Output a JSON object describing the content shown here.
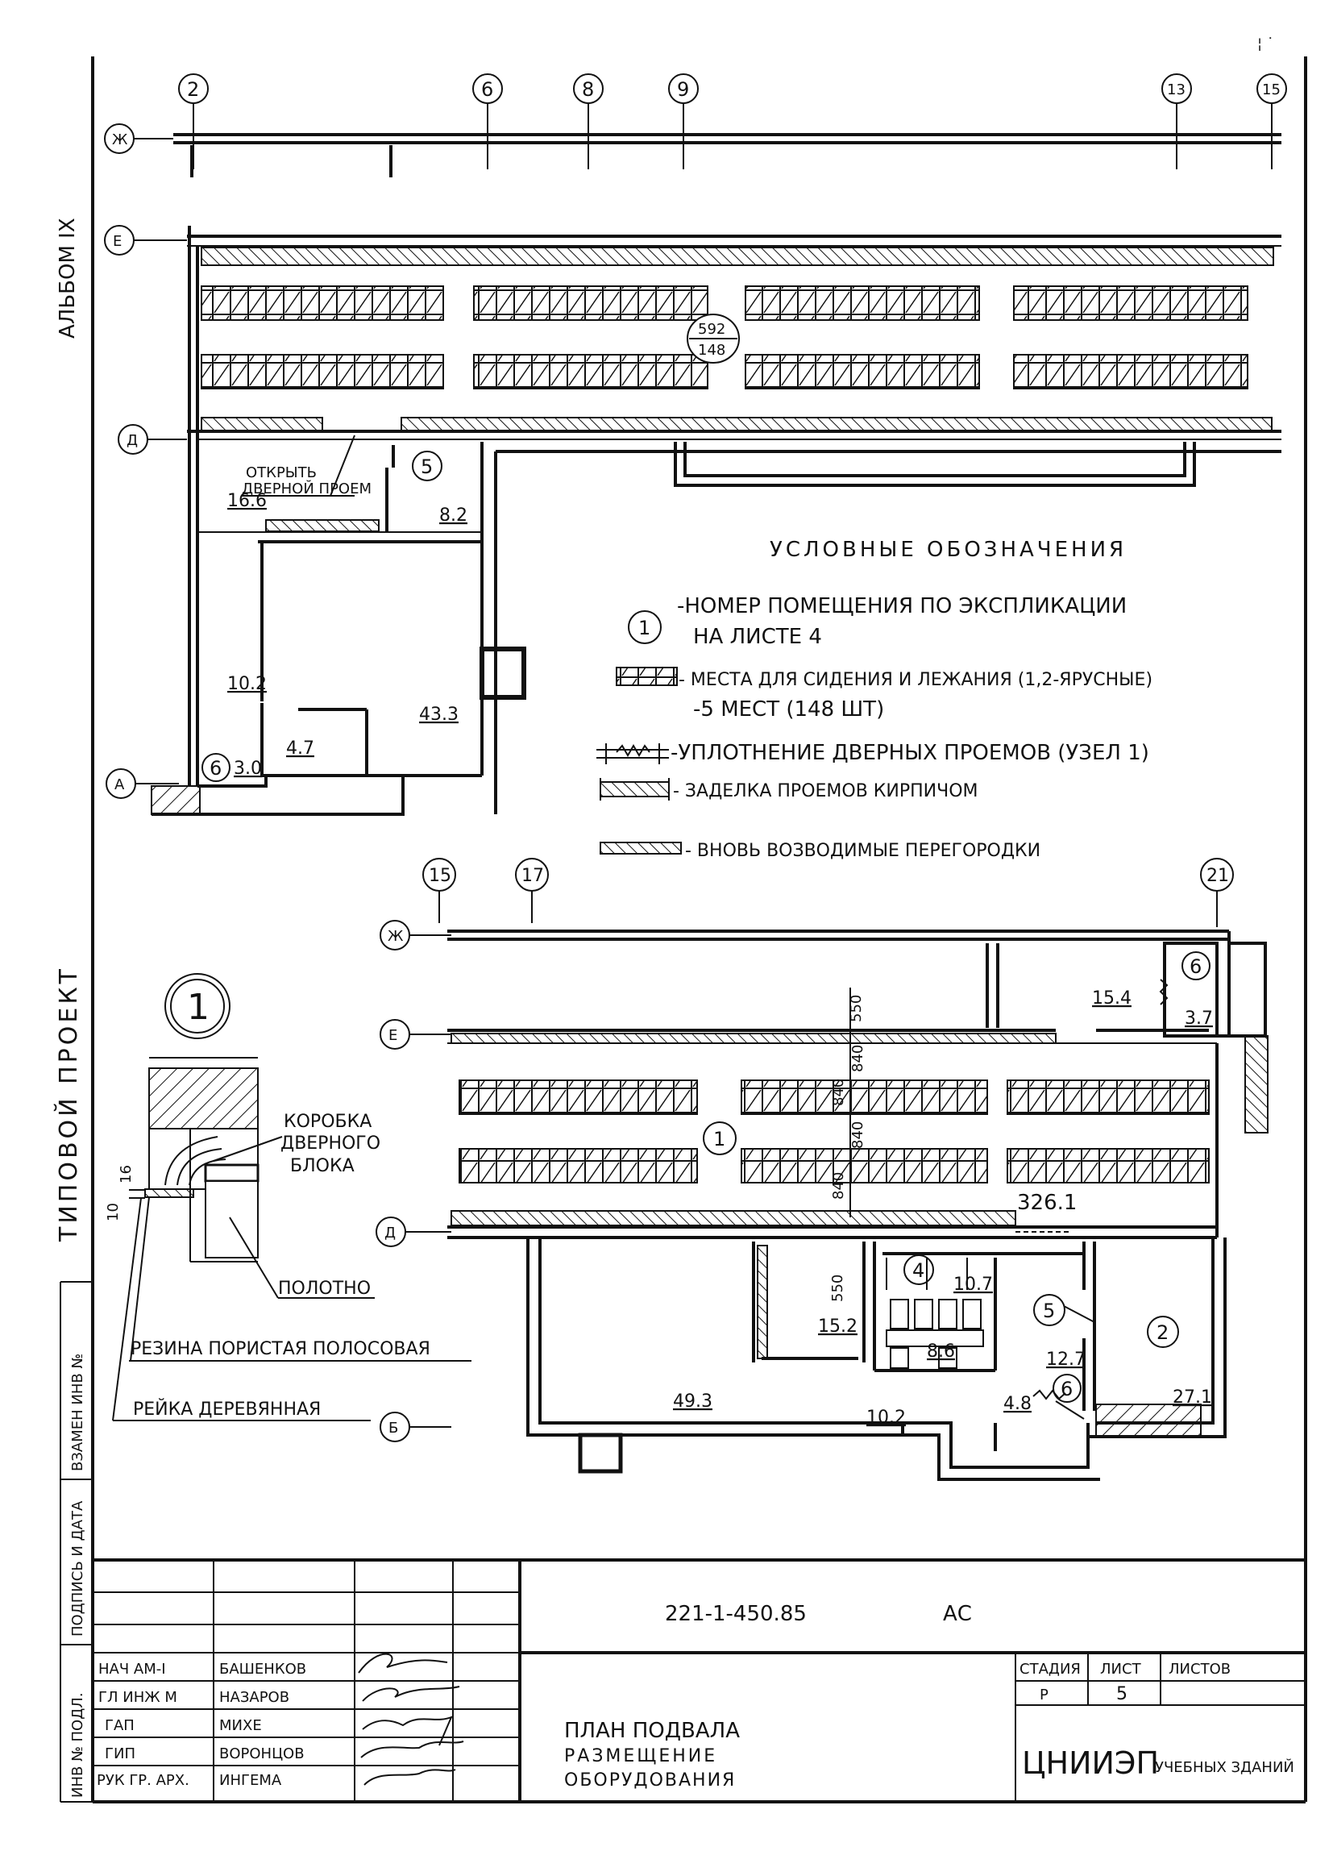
{
  "side_labels": {
    "album": "АЛЬБОМ IX",
    "project": "ТИПОВОЙ ПРОЕКТ",
    "margin_1": "ИНВ № ПОДЛ.",
    "margin_2": "ПОДПИСЬ И ДАТА",
    "margin_3": "ВЗАМЕН ИНВ №"
  },
  "top_plan": {
    "axes_v": [
      "2",
      "6",
      "8",
      "9",
      "13",
      "15"
    ],
    "axes_h": [
      "Ж",
      "Е",
      "Д",
      "А"
    ],
    "seat_count_top": "592",
    "seat_count_bottom": "148",
    "note_line1": "ОТКРЫТЬ",
    "note_line2": "ДВЕРНОЙ ПРОЕМ",
    "areas": [
      "16.6",
      "8.2",
      "43.3",
      "10.2",
      "3.0",
      "4.7"
    ],
    "rooms": [
      "5",
      "6"
    ]
  },
  "legend": {
    "title": "УСЛОВНЫЕ ОБОЗНАЧЕНИЯ",
    "room_bubble": "1",
    "room_line1": "-НОМЕР ПОМЕЩЕНИЯ ПО ЭКСПЛИКАЦИИ",
    "room_line2": "НА ЛИСТЕ 4",
    "seats_line1": "- МЕСТА ДЛЯ СИДЕНИЯ И ЛЕЖАНИЯ (1,2-ЯРУСНЫЕ)",
    "seats_line2": "-5 МЕСТ (148 ШТ)",
    "seal": "-УПЛОТНЕНИЕ ДВЕРНЫХ ПРОЕМОВ (УЗЕЛ 1)",
    "brick": "- ЗАДЕЛКА ПРОЕМОВ КИРПИЧОМ",
    "partition": "- ВНОВЬ ВОЗВОДИМЫЕ ПЕРЕГОРОДКИ"
  },
  "detail": {
    "bubble": "1",
    "box_line1": "КОРОБКА",
    "box_line2": "ДВЕРНОГО",
    "box_line3": "БЛОКА",
    "leaf": "ПОЛОТНО",
    "rubber": "РЕЗИНА ПОРИСТАЯ ПОЛОСОВАЯ",
    "rail": "РЕЙКА ДЕРЕВЯННАЯ",
    "dim_a": "10",
    "dim_b": "16"
  },
  "bottom_plan": {
    "axes_v": [
      "15",
      "17",
      "21"
    ],
    "axes_h": [
      "Ж",
      "Е",
      "Д",
      "Б"
    ],
    "dims": [
      "550",
      "840",
      "840",
      "840",
      "840",
      "550"
    ],
    "areas": [
      "15.4",
      "3.7",
      "326.1",
      "10.7",
      "15.2",
      "8.6",
      "12.7",
      "49.3",
      "10.2",
      "4.8",
      "27.1"
    ],
    "rooms": [
      "6",
      "1",
      "4",
      "5",
      "2",
      "6"
    ]
  },
  "title_block": {
    "code": "221-1-450.85",
    "mark": "АС",
    "roles": [
      "НАЧ АМ-I",
      "ГЛ ИНЖ М",
      "ГАП",
      "ГИП",
      "РУК ГР. АРХ."
    ],
    "names": [
      "БАШЕНКОВ",
      "НАЗАРОВ",
      "МИХЕ",
      "ВОРОНЦОВ",
      "ИНГЕМА"
    ],
    "title_line1": "ПЛАН ПОДВАЛА",
    "title_line2": "РАЗМЕЩЕНИЕ",
    "title_line3": "ОБОРУДОВАНИЯ",
    "stage_label": "СТАДИЯ",
    "sheet_label": "ЛИСТ",
    "sheets_label": "ЛИСТОВ",
    "stage": "Р",
    "sheet": "5",
    "org_main": "ЦНИИЭП",
    "org_sub": "УЧЕБНЫХ ЗДАНИЙ"
  }
}
